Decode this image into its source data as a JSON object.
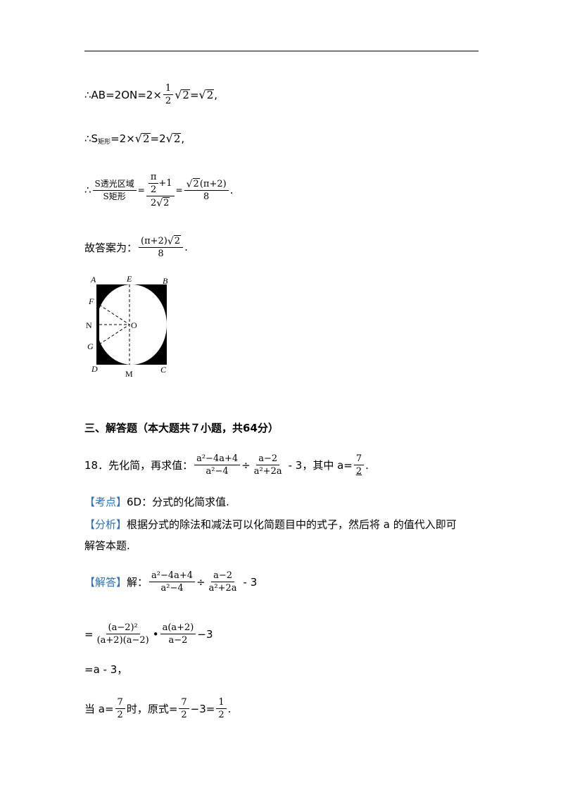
{
  "header_rule": true,
  "line1": {
    "prefix": "∴AB=2ON=2×",
    "frac_num": "1",
    "frac_den": "2",
    "sqrt1": "2",
    "eq": "=",
    "sqrt2": "2",
    "tail": ","
  },
  "line2": {
    "prefix": "∴S",
    "sub": "矩形",
    "mid": "=2×",
    "sqrt1": "2",
    "eq": "=2",
    "sqrt2": "2",
    "tail": ","
  },
  "line3": {
    "prefix": "∴",
    "frac1_num": "S透光区域",
    "frac1_den": "S矩形",
    "eq1": "=",
    "frac2_num_top": "π",
    "frac2_num_bot": "2",
    "plus": "+1",
    "frac2_den_coef": "2",
    "frac2_den_sqrt": "2",
    "eq2": "=",
    "frac3_num_sqrt": "2",
    "frac3_num_rest": "(π+2)",
    "frac3_den": "8",
    "tail": "."
  },
  "answer": {
    "prefix": "故答案为：",
    "num_left": "(π+2)",
    "num_sqrt": "2",
    "den": "8",
    "tail": "."
  },
  "figure": {
    "labels": {
      "A": "A",
      "B": "B",
      "C": "C",
      "D": "D",
      "E": "E",
      "F": "F",
      "G": "G",
      "N": "N",
      "O": "O",
      "M": "M"
    }
  },
  "section_title": "三、解答题（本大题共７小题，共64分）",
  "q18": {
    "prefix": "18．先化简，再求值：",
    "f1_num": "a²−4a+4",
    "f1_den": "a²−4",
    "div": "÷",
    "f2_num": "a−2",
    "f2_den": "a²+2a",
    "minus": "- 3，其中 a=",
    "a_num": "7",
    "a_den": "2",
    "tail": "."
  },
  "kaodian": {
    "tag": "【考点】",
    "text": "6D：分式的化简求值."
  },
  "fenxi": {
    "tag": "【分析】",
    "text1": "根据分式的除法和减法可以化简题目中的式子，然后将 a 的值代入即可",
    "text2": "解答本题."
  },
  "jieda": {
    "tag": "【解答】",
    "label": "解：",
    "f1_num": "a²−4a+4",
    "f1_den": "a²−4",
    "div": "÷",
    "f2_num": "a−2",
    "f2_den": "a²+2a",
    "minus": "- 3"
  },
  "step1": {
    "eq": "=",
    "f1_num": "(a−2)²",
    "f1_den": "(a+2)(a−2)",
    "dot": "•",
    "f2_num": "a(a+2)",
    "f2_den": "a−2",
    "tail": "−3"
  },
  "step2": {
    "text": "=a - 3，"
  },
  "step3": {
    "prefix": "当 a=",
    "f1_num": "7",
    "f1_den": "2",
    "mid": "时，原式=",
    "f2_num": "7",
    "f2_den": "2",
    "minus": "−3=",
    "f3_num": "1",
    "f3_den": "2",
    "tail": "."
  }
}
